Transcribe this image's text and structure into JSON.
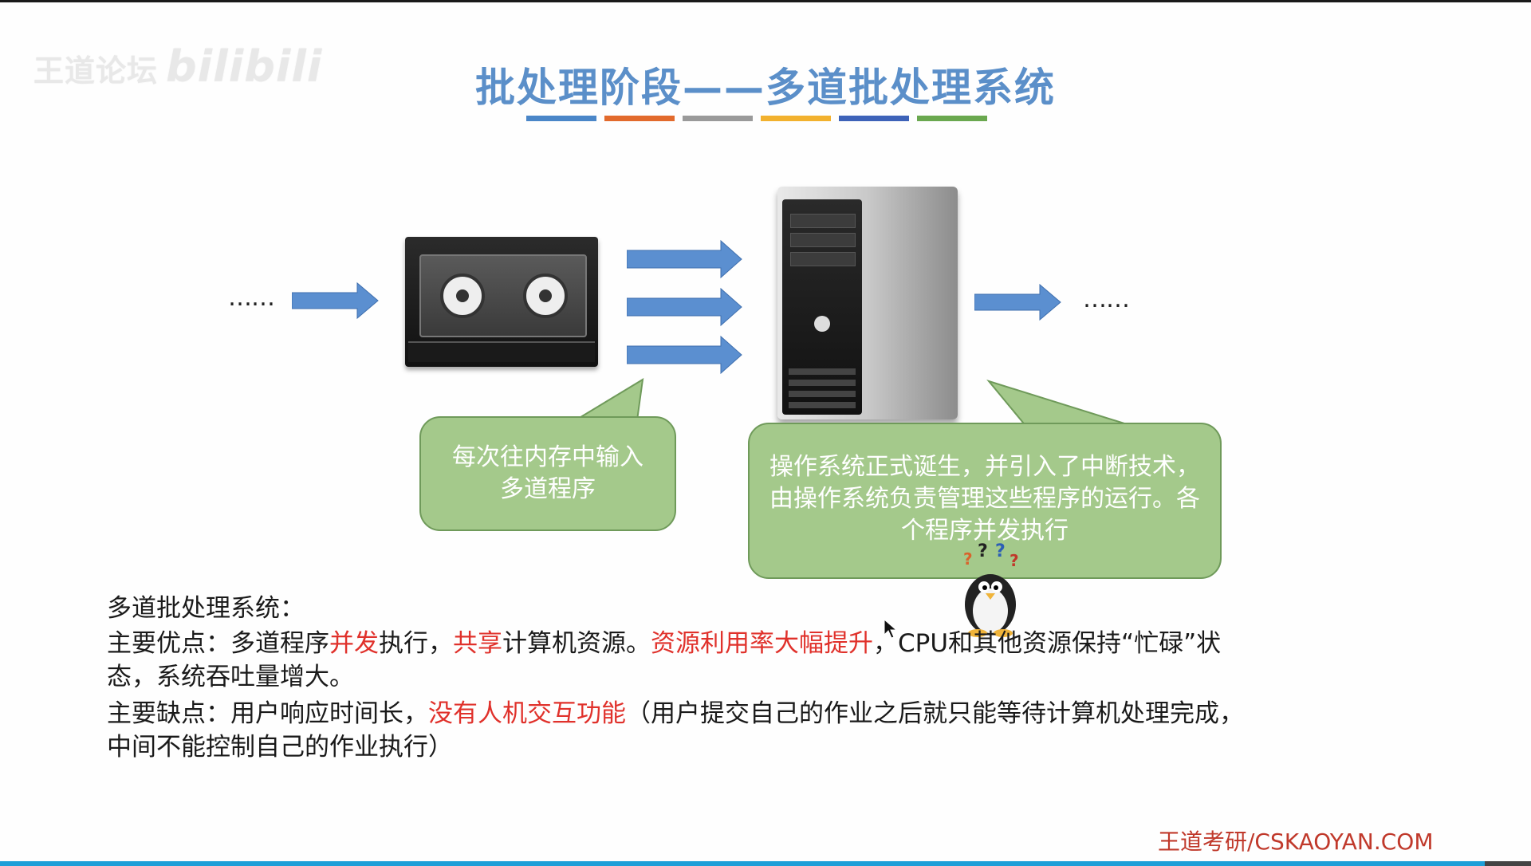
{
  "watermark": {
    "text": "王道论坛",
    "bili": "bilibili"
  },
  "slide": {
    "title": "批处理阶段——多道批处理系统",
    "title_color": "#5b8fc9",
    "underline_colors": [
      "#4a86c8",
      "#e26a2c",
      "#9a9a9a",
      "#f2b12e",
      "#3d62b8",
      "#6aa84f"
    ],
    "ellipsis_left": "……",
    "ellipsis_right": "……",
    "bubble_tape": "每次往内存中输入多道程序",
    "bubble_os": "操作系统正式诞生，并引入了中断技术，由操作系统负责管理这些程序的运行。各个程序并发执行",
    "bubble_color": "#a4c98b"
  },
  "summary": {
    "heading": "多道批处理系统：",
    "adv_prefix": "主要优点：多道程序",
    "adv_concurrent": "并发",
    "adv_exec": "执行，",
    "adv_share": "共享",
    "adv_resource": "计算机资源。",
    "adv_utilization": "资源利用率大幅提升",
    "adv_cpu": "，CPU和其他资源保持“忙碌”状",
    "adv_line2": "态，系统吞吐量增大。",
    "dis_prefix": "主要缺点：用户响应时间长，",
    "dis_nointeract": "没有人机交互功能",
    "dis_rest": "（用户提交自己的作业之后就只能等待计算机处理完成，",
    "dis_line2": "中间不能控制自己的作业执行）"
  },
  "footer": {
    "text": "王道考研/CSKAOYAN.COM"
  },
  "player": {
    "progress": 0.97
  },
  "icons": [
    "tape-drive-icon",
    "server-tower-icon",
    "penguin-icon",
    "arrow-right-icon",
    "mouse-cursor-icon"
  ]
}
